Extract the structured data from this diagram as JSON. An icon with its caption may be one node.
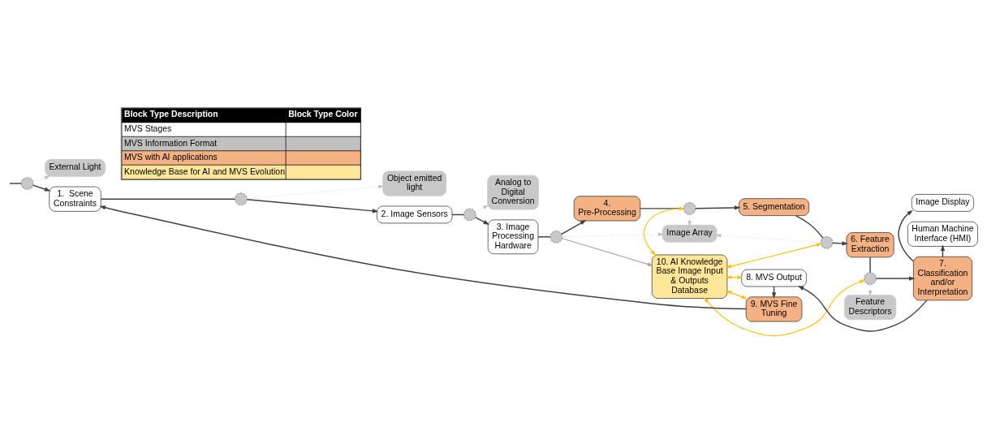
{
  "diagram": {
    "nodes": [
      {
        "text": [
          "External Light"
        ]
      },
      {
        "text": [
          "Object emitted light"
        ]
      },
      {
        "text": [
          "Analog to Digital Conversion"
        ]
      },
      {
        "text": [
          "Image Array"
        ]
      },
      {
        "text": [],
        "shape": "circle"
      },
      {
        "text": [
          "1.  Scene Constraints"
        ]
      },
      {
        "text": [],
        "shape": "circle"
      },
      {
        "text": [
          "2. Image Sensors"
        ]
      },
      {
        "text": [],
        "shape": "circle"
      },
      {
        "text": [
          "3. Image Processing Hardware"
        ]
      },
      {
        "text": [],
        "shape": "circle"
      },
      {
        "text": [
          "4. Pre-Processing"
        ]
      },
      {
        "text": [],
        "shape": "circle"
      },
      {
        "text": [
          "5. Segmentation"
        ]
      },
      {
        "text": [],
        "shape": "circle"
      },
      {
        "text": [
          "6. Feature Extraction"
        ]
      },
      {
        "text": [
          "10. AI Knowledge Base Image Input & Outputs Database"
        ]
      },
      {
        "text": [],
        "shape": "circle"
      },
      {
        "text": [
          "Feature Descriptors"
        ]
      },
      {
        "text": [
          "9. MVS Fine Tuning"
        ]
      },
      {
        "text": [
          "8. MVS Output"
        ]
      },
      {
        "text": [
          "7. Classification and/or Interpretation"
        ]
      },
      {
        "text": [
          "Image Display"
        ]
      },
      {
        "text": [
          "Human Machine Interface (HMI)"
        ]
      }
    ],
    "edges": [
      {
        "from": null,
        "to": 4,
        "arrow": "none"
      },
      {
        "from": 4,
        "to": 5,
        "arrow": "to"
      },
      {
        "from": 4,
        "to": 0,
        "arrow": "to",
        "style": "dashed",
        "color": "#c0c0c0"
      },
      {
        "from": 5,
        "to": 6,
        "arrow": "none"
      },
      {
        "from": 6,
        "to": 7,
        "arrow": "to"
      },
      {
        "from": 6,
        "to": 1,
        "arrow": "to",
        "style": "dashed",
        "color": "#c0c0c0"
      },
      {
        "from": 7,
        "to": 8,
        "arrow": "none"
      },
      {
        "from": 8,
        "to": 9,
        "arrow": "to"
      },
      {
        "from": 8,
        "to": 2,
        "arrow": "to",
        "style": "dashed",
        "color": "#c0c0c0"
      },
      {
        "from": 9,
        "to": 10,
        "arrow": "none"
      },
      {
        "from": 10,
        "to": 11,
        "arrow": "to"
      },
      {
        "from": 10,
        "to": 3,
        "arrow": "to",
        "style": "dashed",
        "color": "#c0c0c0"
      },
      {
        "from": 10,
        "to": 16,
        "arrow": "to",
        "color": "#a6a6a6"
      },
      {
        "from": 11,
        "to": 12,
        "arrow": "none"
      },
      {
        "from": 12,
        "to": 13,
        "arrow": "to"
      },
      {
        "from": 12,
        "to": 3,
        "arrow": "to",
        "style": "dashed",
        "color": "#c0c0c0"
      },
      {
        "from": 12,
        "to": 16,
        "arrow": "both",
        "color": "#ffc000"
      },
      {
        "from": 13,
        "to": 14,
        "arrow": "none"
      },
      {
        "from": 14,
        "to": 15,
        "arrow": "to"
      },
      {
        "from": 14,
        "to": 3,
        "arrow": "to",
        "style": "dashed",
        "color": "#c0c0c0"
      },
      {
        "from": 14,
        "to": 16,
        "arrow": "both",
        "color": "#ffc000"
      },
      {
        "from": 16,
        "to": 17,
        "arrow": "both",
        "color": "#ffc000"
      },
      {
        "from": 15,
        "to": 17,
        "arrow": "none"
      },
      {
        "from": 17,
        "to": 21,
        "arrow": "to"
      },
      {
        "from": 17,
        "to": 18,
        "arrow": "to",
        "style": "dashed",
        "color": "#c0c0c0"
      },
      {
        "from": 16,
        "to": 19,
        "arrow": "both",
        "color": "#ffc000"
      },
      {
        "from": 16,
        "to": 20,
        "arrow": "both",
        "color": "#ffc000"
      },
      {
        "from": 21,
        "to": 20,
        "arrow": "to"
      },
      {
        "from": 21,
        "to": 22,
        "arrow": "to"
      },
      {
        "from": 21,
        "to": 23,
        "arrow": "to"
      },
      {
        "from": 20,
        "to": 19,
        "arrow": "to"
      },
      {
        "from": 19,
        "to": 5,
        "arrow": "to"
      }
    ],
    "labels": [
      "Block Type Description",
      "Block Type Color"
    ],
    "legend": [
      {
        "text": "MVS Stages",
        "color": "#ffffff"
      },
      {
        "text": "MVS Information Format",
        "color": "#c0c0c0"
      },
      {
        "text": "MVS with AI applications",
        "color": "#f4b183"
      },
      {
        "text": "Knowledge Base for AI and MVS Evolution",
        "color": "#ffe699"
      }
    ]
  }
}
